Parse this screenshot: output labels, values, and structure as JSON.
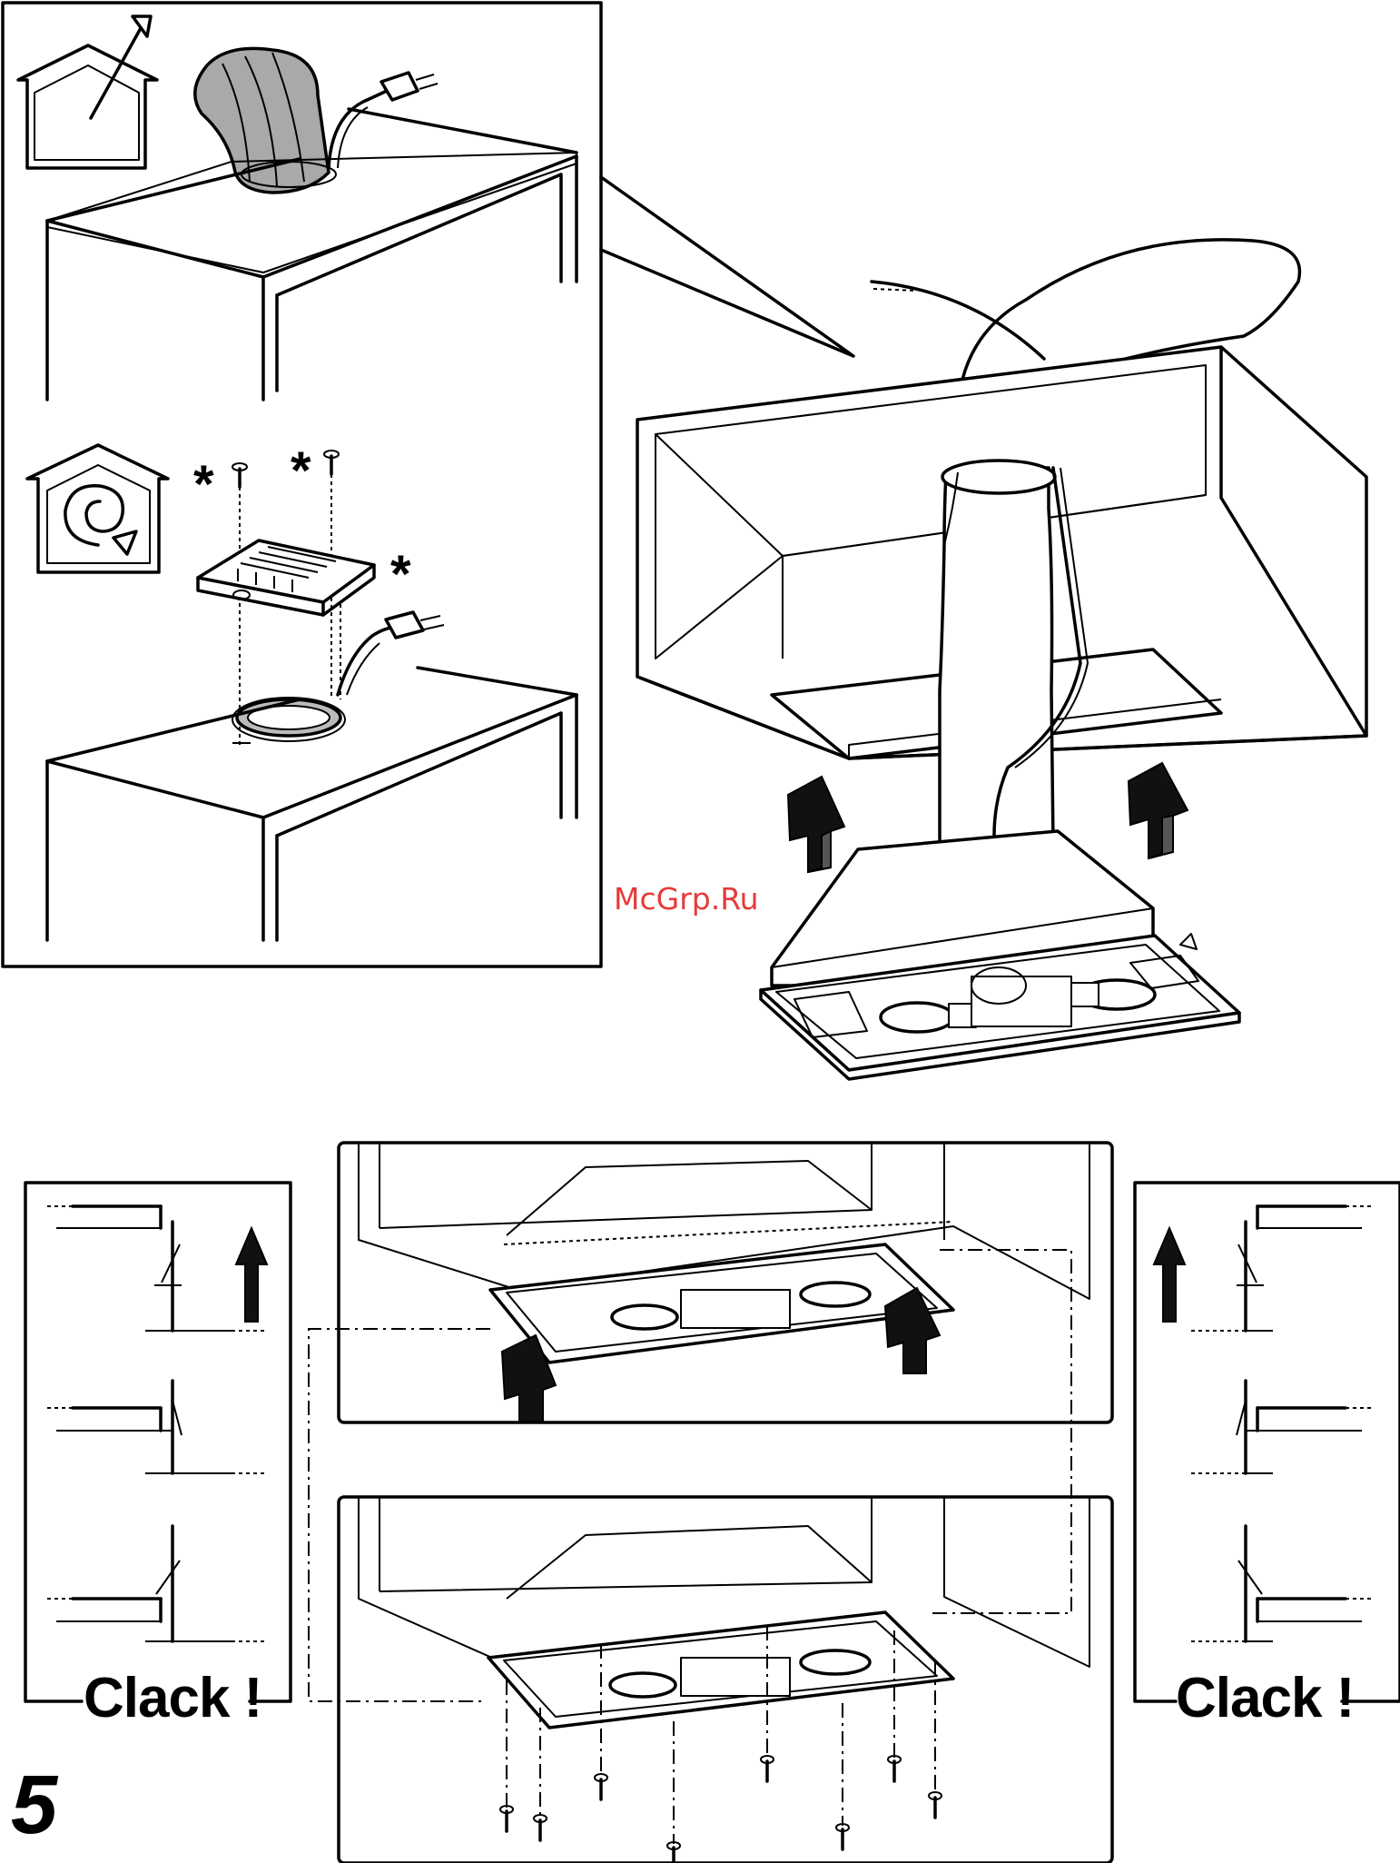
{
  "figure": {
    "step_number": "5",
    "watermark": "McGrp.Ru",
    "left_detail_caption": "Clack !",
    "right_detail_caption": "Clack !",
    "optional_marker": "*",
    "icons": {
      "extraction_mode": "house-with-outward-arrow-icon",
      "recirculation_mode": "house-with-circular-arrow-icon"
    }
  }
}
